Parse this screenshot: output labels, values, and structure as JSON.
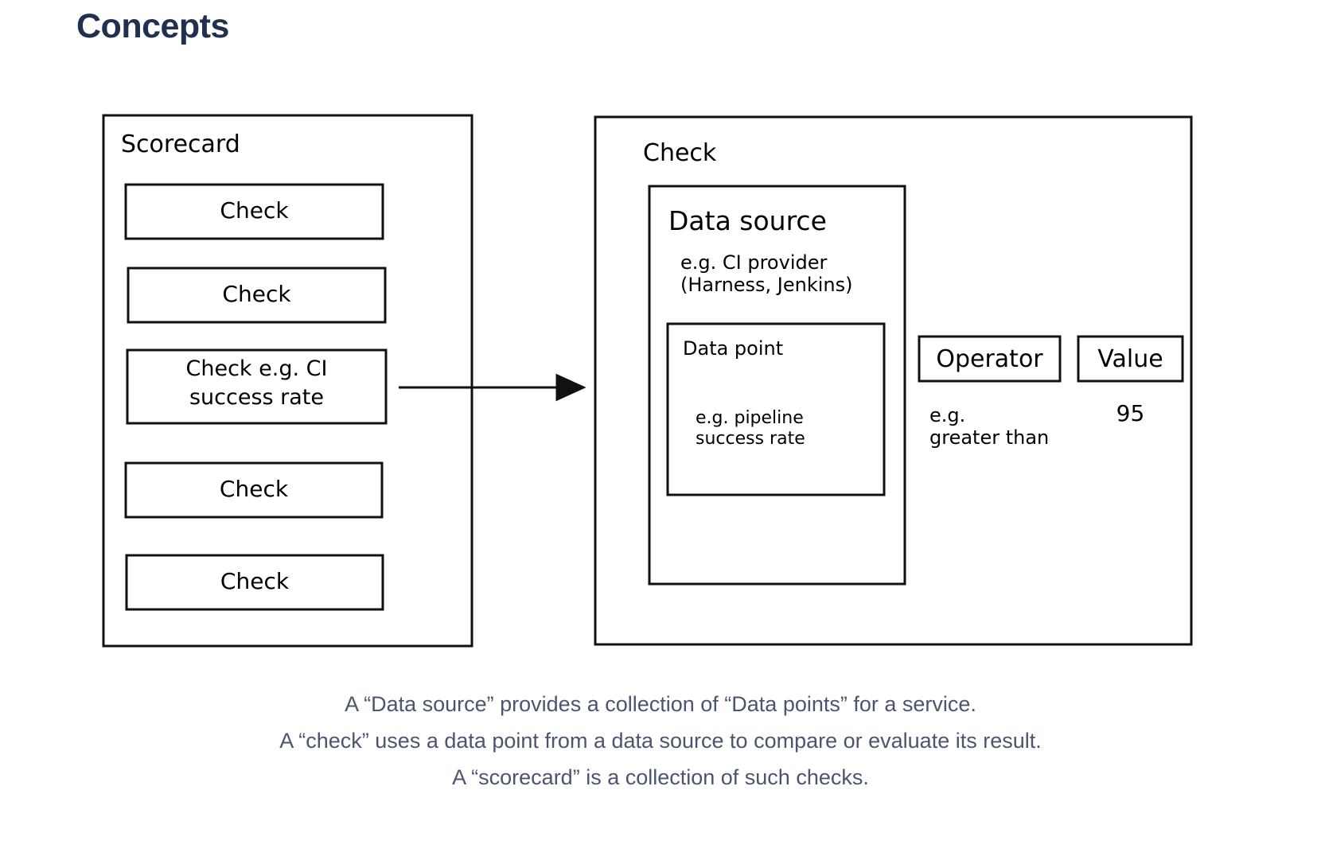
{
  "page": {
    "title": "Concepts",
    "title_color": "#22304f",
    "background": "#ffffff",
    "stroke_color": "#000000",
    "caption_color": "#4a5570"
  },
  "diagram": {
    "scorecard": {
      "title": "Scorecard",
      "checks": [
        {
          "label": "Check"
        },
        {
          "label": "Check"
        },
        {
          "label": "Check e.g. CI\nsuccess rate",
          "highlighted": true
        },
        {
          "label": "Check"
        },
        {
          "label": "Check"
        }
      ]
    },
    "connector": {
      "kind": "arrow",
      "from": "scorecard-check-3",
      "to": "check-detail"
    },
    "check_detail": {
      "title": "Check",
      "data_source": {
        "title": "Data source",
        "note": "e.g. CI provider\n(Harness, Jenkins)",
        "data_point": {
          "title": "Data point",
          "note": "e.g. pipeline\nsuccess rate"
        }
      },
      "operator": {
        "label": "Operator",
        "note": "e.g.\ngreater than"
      },
      "value": {
        "label": "Value",
        "example": "95"
      }
    }
  },
  "caption": {
    "lines": [
      "A “Data source” provides a collection of “Data points” for a service.",
      "A “check” uses a data point from a data source to compare or evaluate its result.",
      "A “scorecard” is a collection of such checks."
    ]
  }
}
